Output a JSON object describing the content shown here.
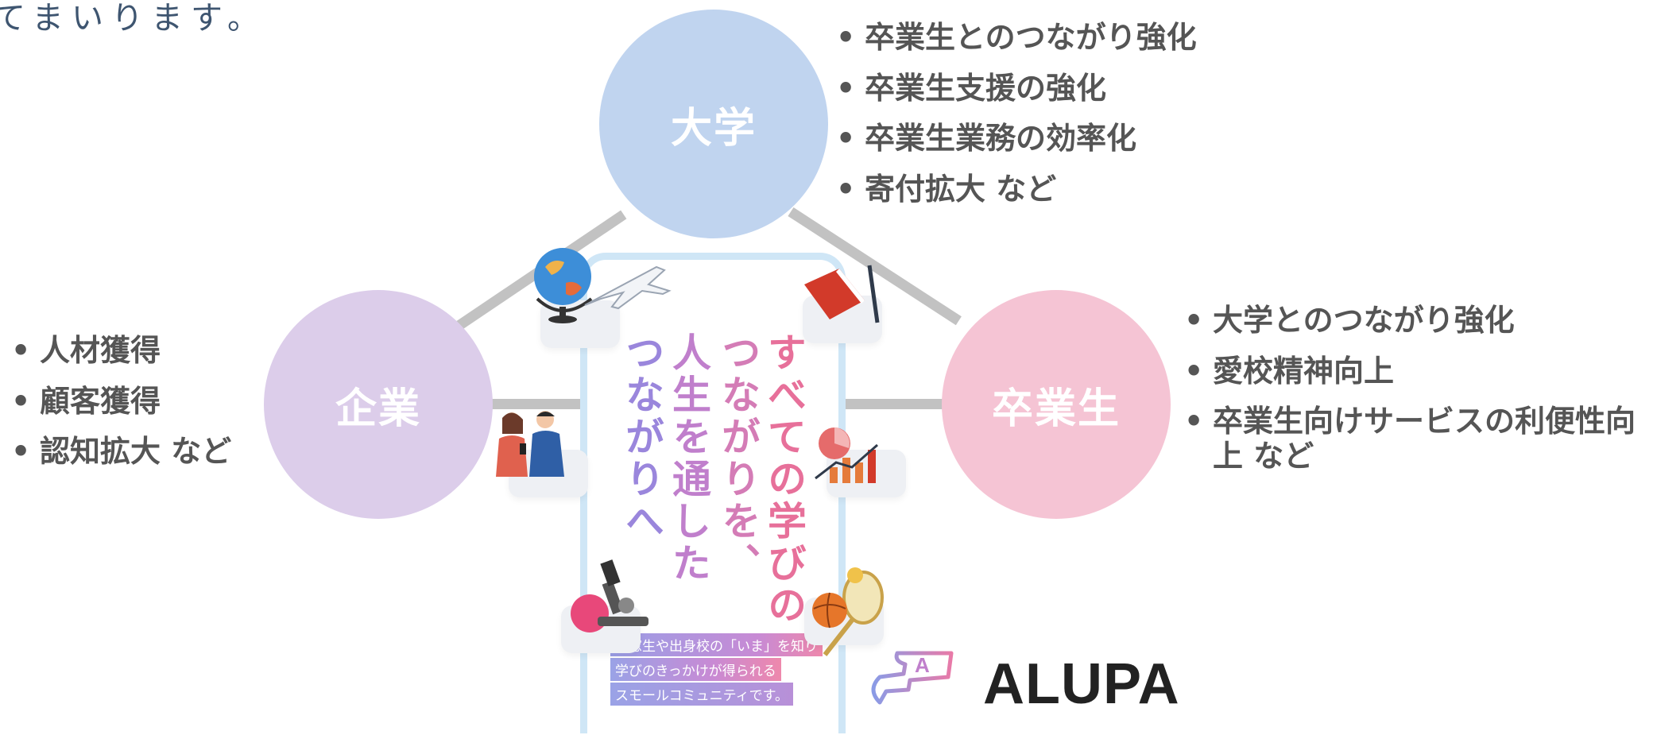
{
  "intro_text": "てまいります。",
  "nodes": {
    "university": {
      "label": "大学",
      "color": "#c0d4ef",
      "bullets": [
        "卒業生とのつながり強化",
        "卒業生支援の強化",
        "卒業生業務の効率化",
        "寄付拡大 など"
      ]
    },
    "company": {
      "label": "企業",
      "color": "#dccdea",
      "bullets": [
        "人材獲得",
        "顧客獲得",
        "認知拡大 など"
      ]
    },
    "graduate": {
      "label": "卒業生",
      "color": "#f5c4d4",
      "bullets": [
        "大学とのつながり強化",
        "愛校精神向上",
        "卒業生向けサービスの利便性向上 など"
      ]
    }
  },
  "connector_color": "#c2c2c2",
  "poster": {
    "vertical_lines": [
      "すべての学びの",
      "つながりを、",
      "人生を通した",
      "つながりへ"
    ],
    "tags": [
      "同窓生や出身校の「いま」を知り",
      "学びのきっかけが得られる",
      "スモールコミュニティです。"
    ],
    "icons": [
      "globe-airplane-icon",
      "book-pen-icon",
      "business-people-icon",
      "chart-icon",
      "microscope-icon",
      "sports-balls-icon"
    ]
  },
  "logo": {
    "text": "ALUPA",
    "mark_letter": "A"
  }
}
